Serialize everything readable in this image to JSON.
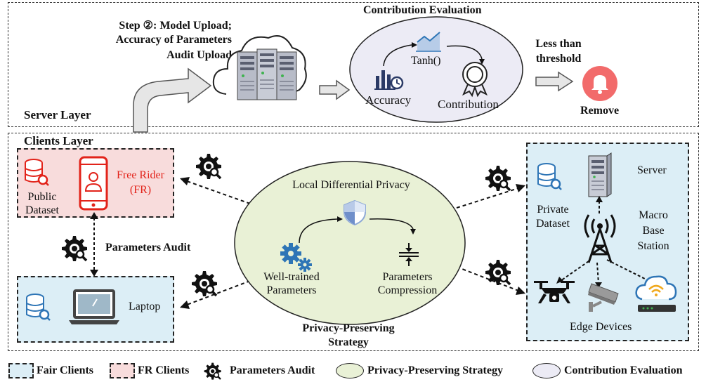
{
  "server_layer": {
    "label": "Server Layer",
    "step_line1": "Step ②: Model Upload;",
    "step_line2": "Accuracy of Parameters",
    "step_line3": "Audit Upload",
    "contribution_title": "Contribution Evaluation",
    "accuracy": "Accuracy",
    "tanh": "Tanh()",
    "contribution": "Contribution",
    "threshold_line1": "Less than",
    "threshold_line2": "threshold",
    "remove": "Remove"
  },
  "clients_layer": {
    "label": "Clients Layer",
    "public_dataset_line1": "Public",
    "public_dataset_line2": "Dataset",
    "free_rider_line1": "Free Rider",
    "free_rider_line2": "(FR)",
    "laptop": "Laptop",
    "parameters_audit": "Parameters Audit",
    "ldp": "Local Differential Privacy",
    "well_trained_line1": "Well-trained",
    "well_trained_line2": "Parameters",
    "param_comp_line1": "Parameters",
    "param_comp_line2": "Compression",
    "pps_line1": "Privacy-Preserving",
    "pps_line2": "Strategy",
    "private_dataset_line1": "Private",
    "private_dataset_line2": "Dataset",
    "server": "Server",
    "macro_line1": "Macro",
    "macro_line2": "Base",
    "macro_line3": "Station",
    "edge_devices": "Edge Devices"
  },
  "legend": {
    "fair_clients": "Fair Clients",
    "fr_clients": "FR Clients",
    "parameters_audit": "Parameters Audit",
    "privacy_strategy": "Privacy-Preserving Strategy",
    "contribution_evaluation": "Contribution Evaluation"
  },
  "colors": {
    "fair_fill": "#dceef6",
    "fr_fill": "#f8dcdc",
    "privacy_fill": "#e9f1d6",
    "contribution_fill": "#ecebf5",
    "icon_blue": "#2e75b6",
    "alert_red": "#e2231a",
    "remove_circle": "#f26b6b"
  }
}
